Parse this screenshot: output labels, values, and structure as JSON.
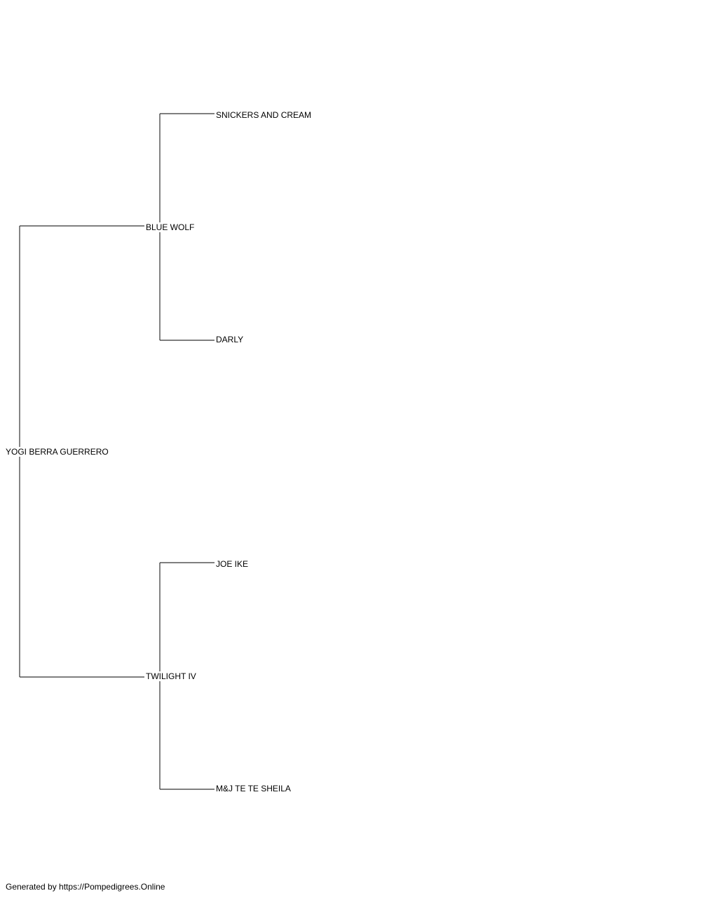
{
  "pedigree": {
    "subject": "YOGI BERRA GUERRERO",
    "sire": {
      "name": "BLUE WOLF",
      "sire": "SNICKERS AND CREAM",
      "dam": "DARLY"
    },
    "dam": {
      "name": "TWILIGHT IV",
      "sire": "JOE IKE",
      "dam": "M&J TE TE SHEILA"
    }
  },
  "footer": {
    "text": "Generated by https://Pompedigrees.Online"
  }
}
